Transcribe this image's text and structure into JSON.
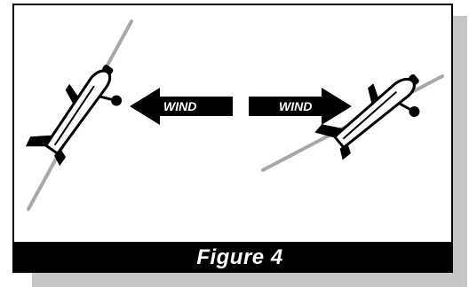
{
  "figure": {
    "caption": "Figure 4"
  },
  "arrows": {
    "left_label": "WIND",
    "right_label": "WIND"
  },
  "colors": {
    "line_gray": "#a8a8a8",
    "shadow_gray": "#c6c6c6",
    "ink": "#000000"
  }
}
